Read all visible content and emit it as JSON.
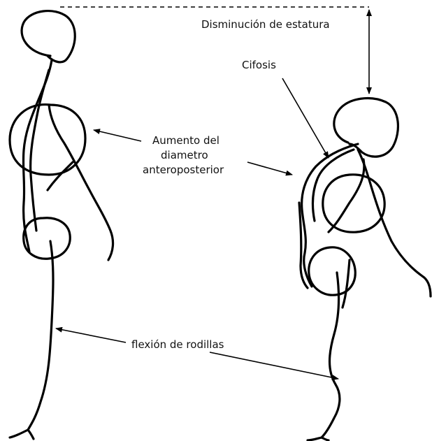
{
  "labels": {
    "height_loss": "Disminución de estatura",
    "kyphosis": "Cifosis",
    "ap_diameter_line1": "Aumento del",
    "ap_diameter_line2": "diametro",
    "ap_diameter_line3": "anteroposterior",
    "knee_flexion": "flexión de rodillas"
  }
}
